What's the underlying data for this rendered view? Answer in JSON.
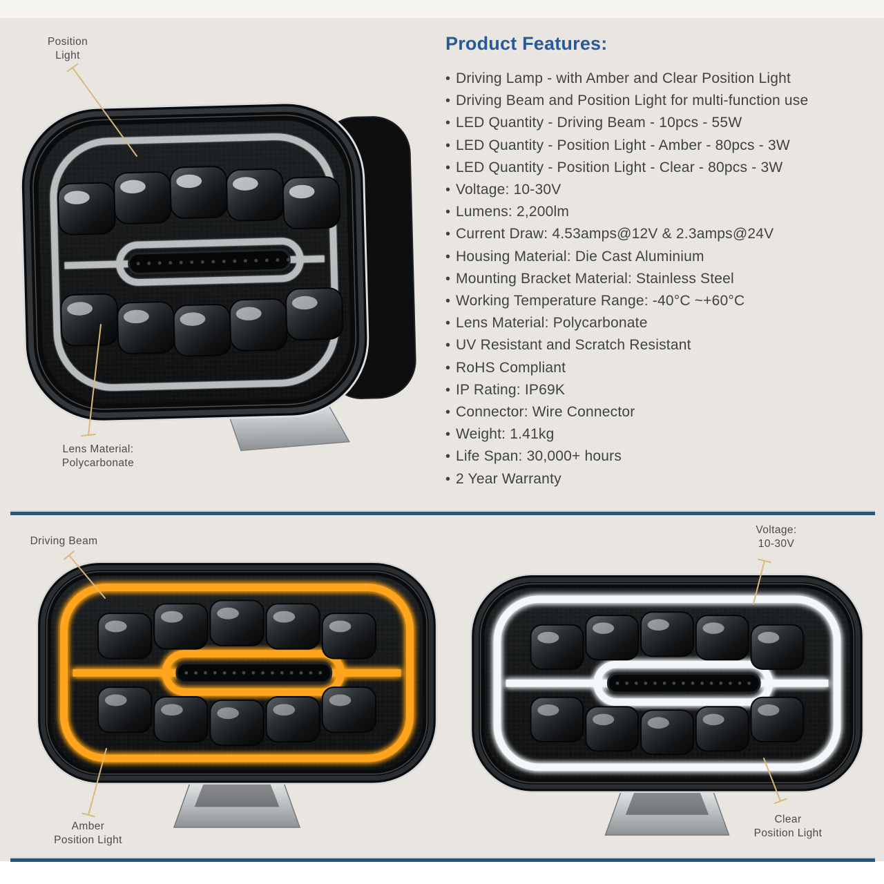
{
  "product": {
    "features_title": "Product Features:",
    "bullet": "•",
    "features": [
      "Driving Lamp - with Amber and Clear Position Light",
      "Driving Beam and Position Light for multi-function use",
      "LED Quantity - Driving Beam - 10pcs - 55W",
      "LED Quantity - Position Light - Amber - 80pcs - 3W",
      "LED Quantity - Position Light - Clear - 80pcs - 3W",
      "Voltage: 10-30V",
      "Lumens: 2,200lm",
      "Current Draw: 4.53amps@12V & 2.3amps@24V",
      "Housing Material: Die Cast Aluminium",
      "Mounting Bracket Material: Stainless Steel",
      "Working Temperature Range: -40°C ~+60°C",
      "Lens Material: Polycarbonate",
      "UV Resistant and Scratch Resistant",
      "RoHS Compliant",
      "IP Rating: IP69K",
      "Connector: Wire Connector",
      "Weight: 1.41kg",
      "Life Span: 30,000+ hours",
      "2 Year Warranty"
    ]
  },
  "callouts": {
    "position_light": [
      "Position",
      "Light"
    ],
    "lens_material": [
      "Lens Material:",
      "Polycarbonate"
    ],
    "driving_beam": [
      "Driving Beam"
    ],
    "amber_position_light": [
      "Amber",
      "Position Light"
    ],
    "voltage": [
      "Voltage:",
      "10-30V"
    ],
    "clear_position_light": [
      "Clear",
      "Position Light"
    ]
  },
  "colors": {
    "page_bg": "#e9e6e2",
    "top_band": "#f6f4f1",
    "bottom_band": "#ffffff",
    "heading_blue": "#285a96",
    "divider_navy": "#24567f",
    "divider_highlight": "#c6d6e4",
    "callout_line": "#d9b87a",
    "label_text": "#4a4a4c",
    "body_text": "#3f4143",
    "amber_glow": "#ffa41c",
    "clear_glow": "#f4f7f9",
    "unlit_trace": "#c9ccce"
  }
}
